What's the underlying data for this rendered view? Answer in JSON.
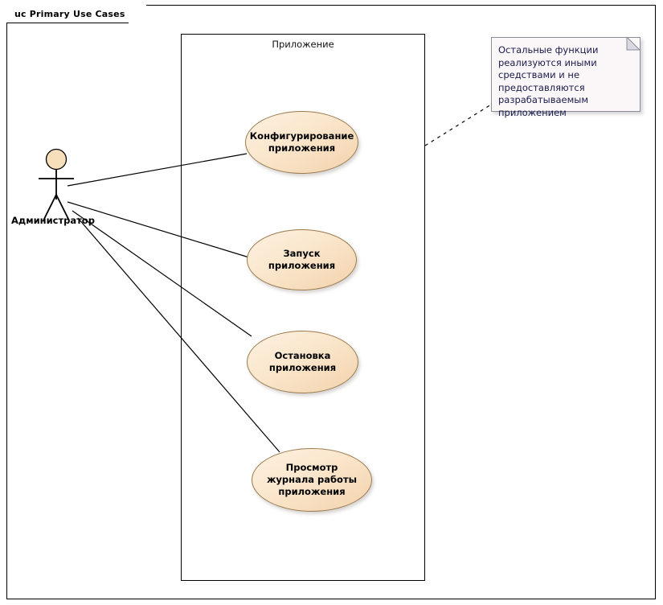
{
  "diagram": {
    "frame_tab_label": "uc Primary Use Cases",
    "type": "uml-use-case-diagram",
    "boundary_label": "Приложение",
    "actor": {
      "name": "Администратор",
      "icon": "stick-figure-actor-icon"
    },
    "use_cases": [
      {
        "id": "uc-configure",
        "label": "Конфигурирование приложения"
      },
      {
        "id": "uc-start",
        "label": "Запуск приложения"
      },
      {
        "id": "uc-stop",
        "label": "Остановка приложения"
      },
      {
        "id": "uc-view-log",
        "label": "Просмотр журнала работы приложения"
      }
    ],
    "note": {
      "text": "Остальные функции реализуются иными средствами и не предоставляются разрабатываемым приложением"
    },
    "colors": {
      "usecase_fill_light": "#fdf1e0",
      "usecase_fill_dark": "#f3d3ac",
      "usecase_stroke": "#9a7b4f",
      "note_fill": "#fbf7f9",
      "note_stroke": "#8d8d99",
      "note_text": "#1a1a4a",
      "line_stroke": "#000000",
      "frame_stroke": "#000000"
    }
  }
}
